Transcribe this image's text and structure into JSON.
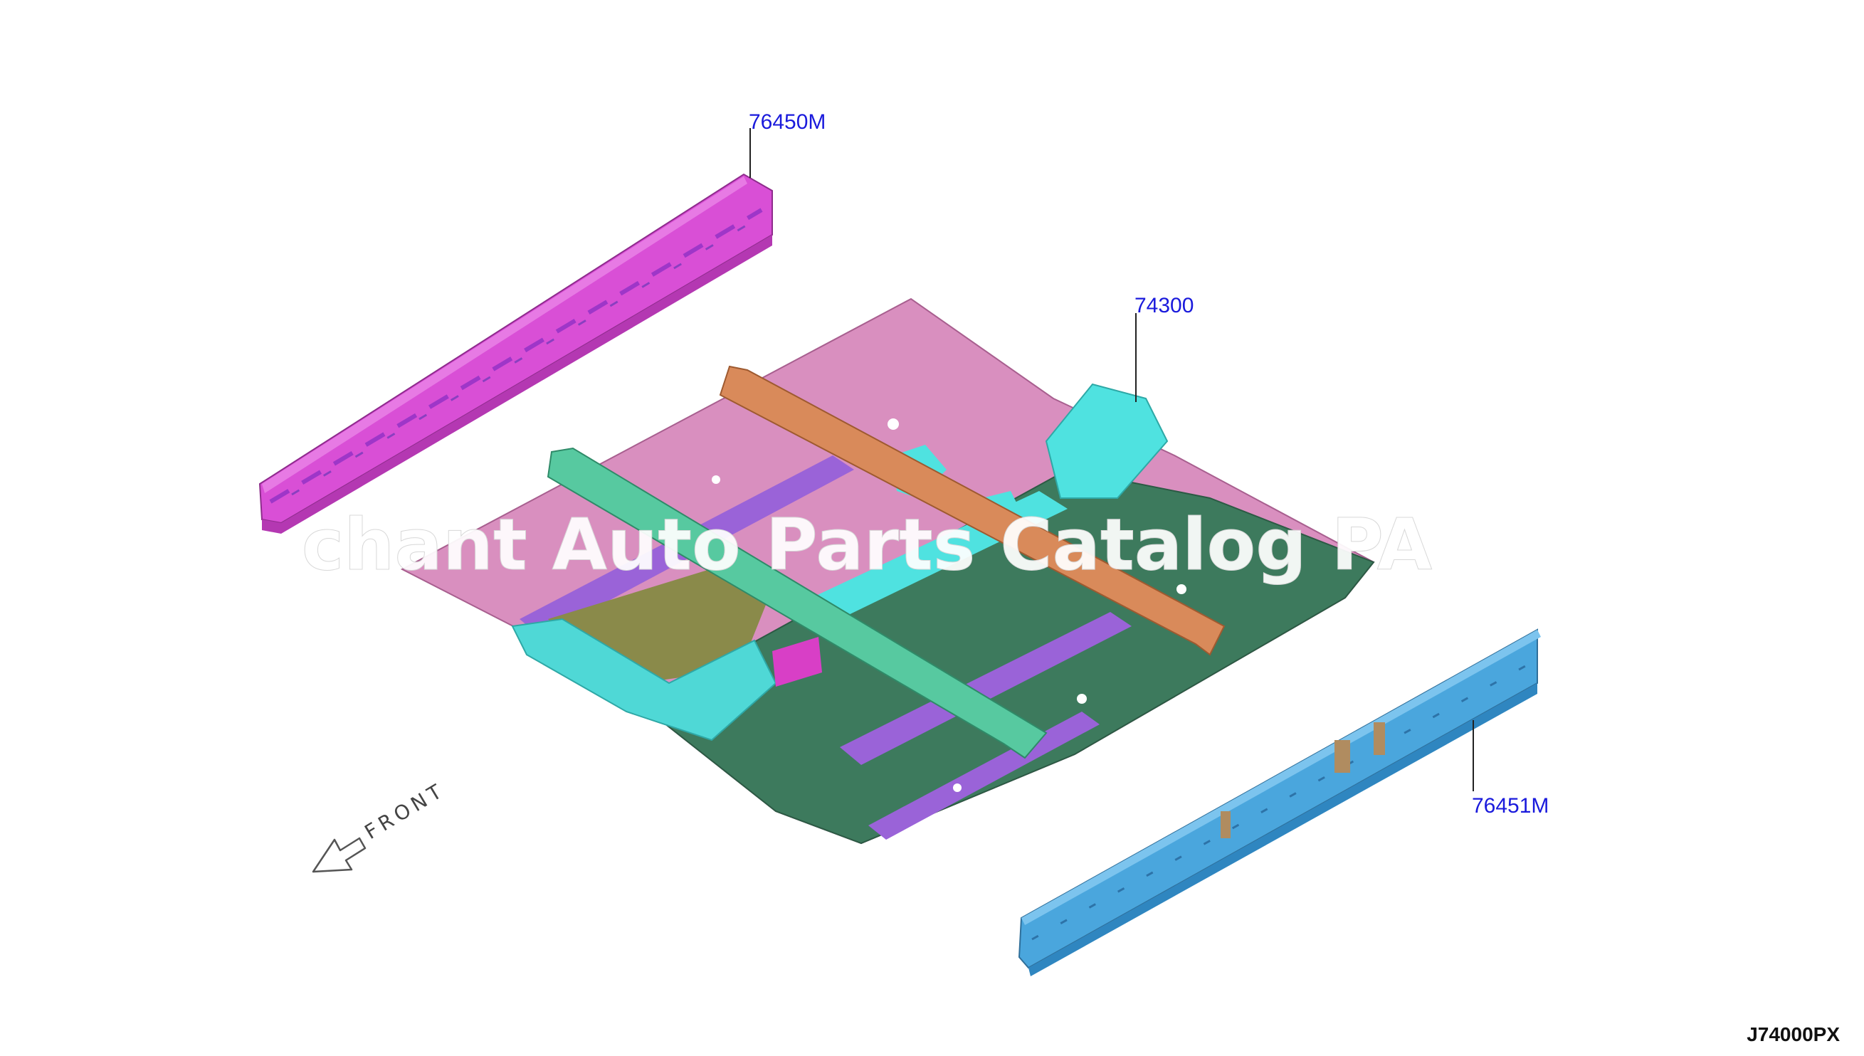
{
  "diagram": {
    "code": "J74000PX",
    "front_label": "FRONT",
    "watermark": "chant Auto Parts Catalog PA"
  },
  "callouts": [
    {
      "part": "76450M"
    },
    {
      "part": "74300"
    },
    {
      "part": "76451M"
    }
  ],
  "colors": {
    "label_blue": "#1a1adc",
    "sill_left": "#d94fd6",
    "sill_right": "#4aa6dd",
    "floor_pink": "#d98fbf",
    "floor_green": "#3d7a5d",
    "crossmember_orange": "#d98a5a",
    "crossmember_mint": "#57c9a0",
    "bracket_cyan": "#4fe2e0",
    "channel_purple": "#9a63d8"
  }
}
